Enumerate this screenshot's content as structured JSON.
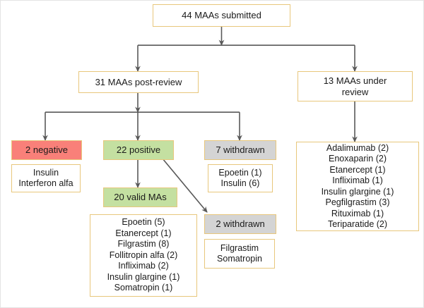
{
  "diagram": {
    "title_node": {
      "label": "44 MAAs submitted"
    },
    "nodes": [
      {
        "id": "submitted",
        "label": "44 MAAs submitted",
        "style": "white"
      },
      {
        "id": "post_review",
        "label": "31 MAAs post-review",
        "style": "white"
      },
      {
        "id": "under_review",
        "label": "13 MAAs under\nreview",
        "style": "white"
      },
      {
        "id": "negative",
        "label": "2 negative",
        "style": "red"
      },
      {
        "id": "positive",
        "label": "22 positive",
        "style": "green"
      },
      {
        "id": "withdrawn7",
        "label": "7 withdrawn",
        "style": "grey"
      },
      {
        "id": "valid_mas",
        "label": "20 valid MAs",
        "style": "green"
      },
      {
        "id": "withdrawn2",
        "label": "2 withdrawn",
        "style": "grey"
      }
    ],
    "lists": [
      {
        "id": "negative_list",
        "items": [
          "Insulin",
          "Interferon alfa"
        ]
      },
      {
        "id": "withdrawn7_list",
        "items": [
          "Epoetin (1)",
          "Insulin (6)"
        ]
      },
      {
        "id": "valid_mas_list",
        "items": [
          "Epoetin (5)",
          "Etanercept (1)",
          "Filgrastim (8)",
          "Follitropin alfa (2)",
          "Infliximab (2)",
          "Insulin glargine (1)",
          "Somatropin (1)"
        ]
      },
      {
        "id": "withdrawn2_list",
        "items": [
          "Filgrastim",
          "Somatropin"
        ]
      },
      {
        "id": "under_review_list",
        "items": [
          "Adalimumab (2)",
          "Enoxaparin (2)",
          "Etanercept (1)",
          "Infliximab (1)",
          "Insulin glargine (1)",
          "Pegfilgrastim (3)",
          "Rituximab (1)",
          "Teriparatide (2)"
        ]
      }
    ],
    "colors": {
      "border": "#e8c77c",
      "negative_fill": "#f98079",
      "positive_fill": "#c4e0a1",
      "withdrawn_fill": "#d4d4d4",
      "plain_fill": "#ffffff",
      "connector": "#595959",
      "text": "#1a1a1a"
    }
  },
  "rendered": {
    "negative_list_text": "Insulin\nInterferon alfa",
    "withdrawn7_list_text": "Epoetin (1)\nInsulin (6)",
    "valid_mas_list_text": "Epoetin (5)\nEtanercept (1)\nFilgrastim (8)\nFollitropin alfa (2)\nInfliximab (2)\nInsulin glargine (1)\nSomatropin (1)",
    "withdrawn2_list_text": "Filgrastim\nSomatropin",
    "under_review_list_text": "Adalimumab (2)\nEnoxaparin (2)\nEtanercept (1)\nInfliximab (1)\nInsulin glargine (1)\nPegfilgrastim (3)\nRituximab (1)\nTeriparatide (2)"
  }
}
